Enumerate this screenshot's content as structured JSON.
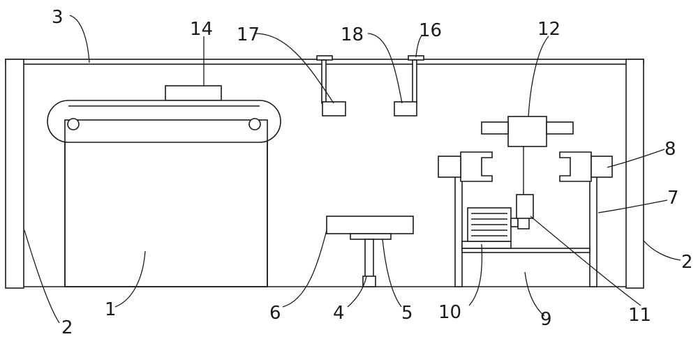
{
  "diagram": {
    "labels": {
      "l1": "1",
      "l2a": "2",
      "l2b": "2",
      "l3": "3",
      "l4": "4",
      "l5": "5",
      "l6": "6",
      "l7": "7",
      "l8": "8",
      "l9": "9",
      "l10": "10",
      "l11": "11",
      "l12": "12",
      "l14": "14",
      "l16": "16",
      "l17": "17",
      "l18": "18"
    },
    "colors": {
      "line": "#1a1a1a",
      "background": "#ffffff"
    }
  }
}
